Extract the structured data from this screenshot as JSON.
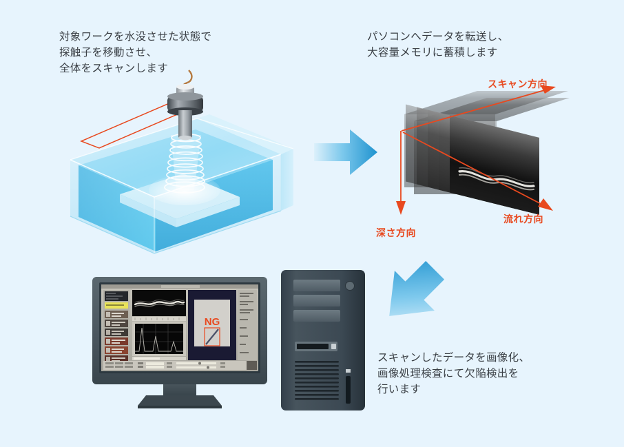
{
  "page": {
    "background_color": "#e7f4fd",
    "title": "Ultrasonic immersion scanning and defect inspection workflow"
  },
  "captions": [
    {
      "id": "step1",
      "name": "caption-scan-step",
      "text": "対象ワークを水没させた状態で\n探触子を移動させ、\n全体をスキャンします",
      "color": "#3a3f45"
    },
    {
      "id": "step2",
      "name": "caption-transfer-step",
      "text": "パソコンへデータを転送し、\n大容量メモリに蓄積します",
      "color": "#3a3f45"
    },
    {
      "id": "step3",
      "name": "caption-inspection-step",
      "text": "スキャンしたデータを画像化、\n画像処理検査にて欠陥検出を\n行います",
      "color": "#3a3f45"
    }
  ],
  "annotations": {
    "color": "#e8491f",
    "scan_direction": "スキャン方向",
    "depth_direction": "深さ方向",
    "flow_direction": "流れ方向"
  },
  "monitor": {
    "status_label": "NG",
    "status_color": "#e8491f",
    "bezel_color": "#4a555e",
    "screen_color": "#b9b7ae"
  },
  "tower": {
    "body_color": "#3e4a52",
    "bay_color": "#5d6a72"
  },
  "arrows": {
    "right_arrow_name": "blue-right-arrow",
    "down_left_arrow_name": "blue-down-left-arrow",
    "gradient_from": "#d8eefb",
    "gradient_to": "#1f93cf"
  },
  "tank": {
    "water_color": "#2ab0e4",
    "glass_color": "#a9e0f5",
    "probe_color": "#8d9399"
  }
}
